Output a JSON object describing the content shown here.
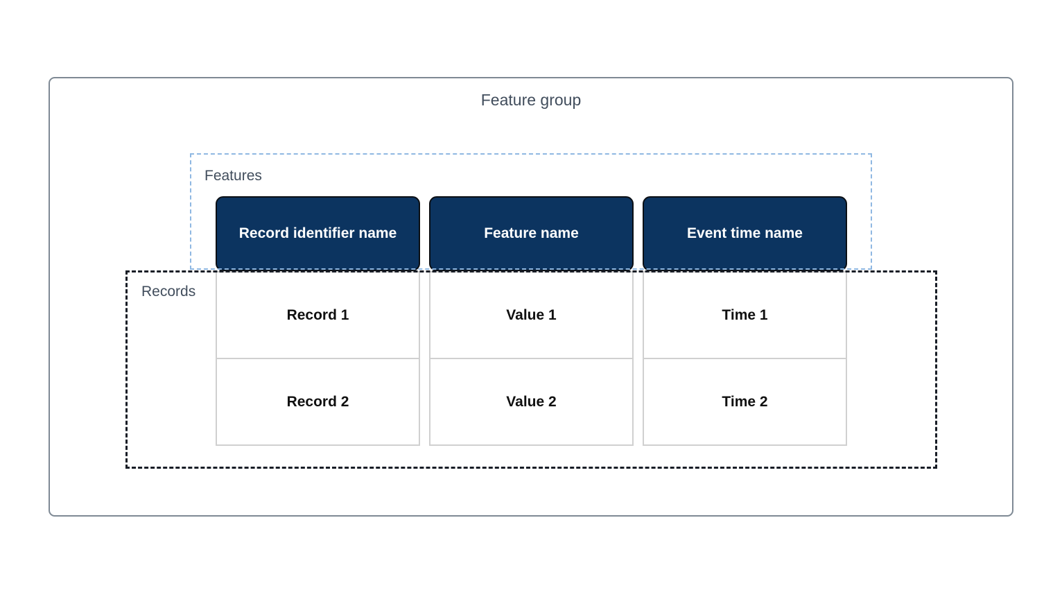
{
  "colors": {
    "outer_border": "#7e8994",
    "label_text": "#414d5c",
    "features_border": "#8fb8e2",
    "records_border": "#181d26",
    "header_bg": "#0c3460",
    "header_border": "#0b0f14",
    "header_text": "#ffffff",
    "cell_border": "#d0d0d0",
    "cell_text": "#101010",
    "canvas_bg": "#ffffff"
  },
  "diagram": {
    "title": "Feature group",
    "features_label": "Features",
    "records_label": "Records",
    "columns": [
      {
        "header": "Record identifier name",
        "cells": [
          "Record 1",
          "Record 2"
        ]
      },
      {
        "header": "Feature name",
        "cells": [
          "Value 1",
          "Value 2"
        ]
      },
      {
        "header": "Event time name",
        "cells": [
          "Time 1",
          "Time 2"
        ]
      }
    ]
  }
}
